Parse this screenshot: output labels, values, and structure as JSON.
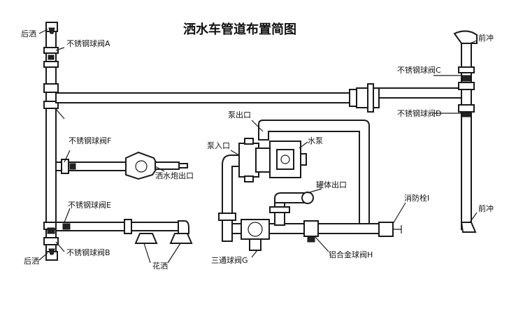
{
  "title": "洒水车管道布置简图",
  "labels": {
    "rear_spray_top": "后洒",
    "rear_spray_bottom": "后洒",
    "valve_a": "不锈钢球阀A",
    "valve_b": "不锈钢球阀B",
    "valve_c": "不锈钢球阀C",
    "valve_d": "不锈钢球阀D",
    "valve_e": "不锈钢球阀E",
    "valve_f": "不锈钢球阀F",
    "valve_g": "三通球阀G",
    "valve_h": "铝合金球阀H",
    "front_flush_top": "前冲",
    "front_flush_bottom": "前冲",
    "pump_outlet": "泵出口",
    "pump_inlet": "泵入口",
    "water_pump": "水泵",
    "cannon_outlet": "洒水炮出口",
    "tank_outlet": "罐体出口",
    "hydrant": "消防栓I",
    "flower_spray": "花洒"
  },
  "colors": {
    "line": "#1a1a1a",
    "background": "#ffffff"
  }
}
